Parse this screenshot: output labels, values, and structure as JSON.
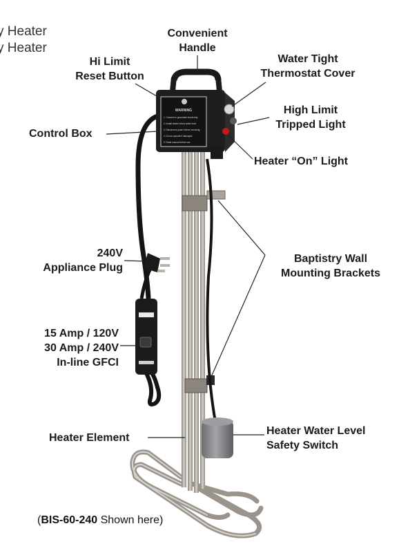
{
  "corner_text": [
    "y Heater",
    "y Heater"
  ],
  "labels": {
    "convenient_handle": [
      "Convenient",
      "Handle"
    ],
    "hi_limit_reset": [
      "Hi Limit",
      "Reset Button"
    ],
    "water_tight_cover": [
      "Water Tight",
      "Thermostat Cover"
    ],
    "high_limit_tripped": [
      "High Limit",
      "Tripped Light"
    ],
    "control_box": "Control Box",
    "heater_on_light": "Heater “On” Light",
    "appliance_plug": [
      "240V",
      "Appliance Plug"
    ],
    "mounting_brackets": [
      "Baptistry Wall",
      "Mounting Brackets"
    ],
    "gfci": [
      "15 Amp / 120V",
      "30 Amp / 240V",
      "In-line GFCI"
    ],
    "heater_element": "Heater Element",
    "level_switch": [
      "Heater Water Level",
      "Safety Switch"
    ]
  },
  "warning_label": {
    "title": "WARNING",
    "lines": [
      "1. Connect to grounded circuit only.",
      "2. Install heater below water level.",
      "3. Disconnect power before servicing.",
      "4. Do not operate if damaged.",
      "5. Read manual before use."
    ]
  },
  "caption": {
    "open": "(",
    "model": "BIS-60-240",
    "rest": " Shown here)"
  },
  "colors": {
    "text": "#1a1a1a",
    "control_box": "#1e1e1e",
    "steel": "#a9a39c",
    "float": "#7d7f83"
  }
}
